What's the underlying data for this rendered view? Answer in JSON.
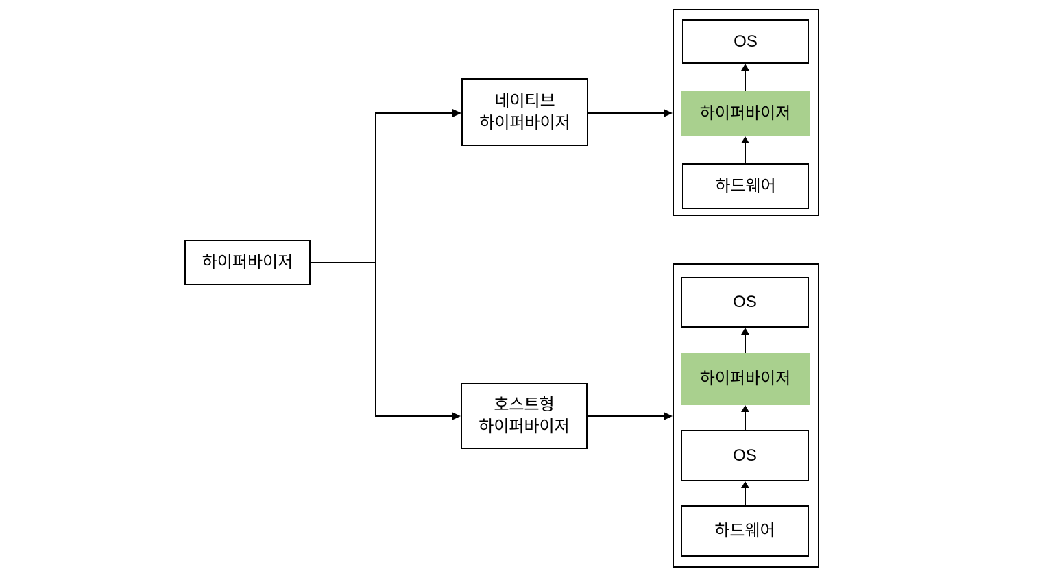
{
  "diagram": {
    "title": "Hypervisor type diagram",
    "colors": {
      "background": "#FFFFFF",
      "line": "#000000",
      "highlight": "#A9D08E"
    },
    "root": {
      "label": "하이퍼바이저"
    },
    "branches": [
      {
        "id": "native",
        "lines": [
          "네이티브",
          "하이퍼바이저"
        ]
      },
      {
        "id": "hosted",
        "lines": [
          "호스트형",
          "하이퍼바이저"
        ]
      }
    ],
    "stacks": [
      {
        "id": "native-stack",
        "layers": [
          {
            "label": "OS",
            "highlighted": false
          },
          {
            "label": "하이퍼바이저",
            "highlighted": true
          },
          {
            "label": "하드웨어",
            "highlighted": false
          }
        ]
      },
      {
        "id": "hosted-stack",
        "layers": [
          {
            "label": "OS",
            "highlighted": false
          },
          {
            "label": "하이퍼바이저",
            "highlighted": true
          },
          {
            "label": "OS",
            "highlighted": false
          },
          {
            "label": "하드웨어",
            "highlighted": false
          }
        ]
      }
    ]
  }
}
